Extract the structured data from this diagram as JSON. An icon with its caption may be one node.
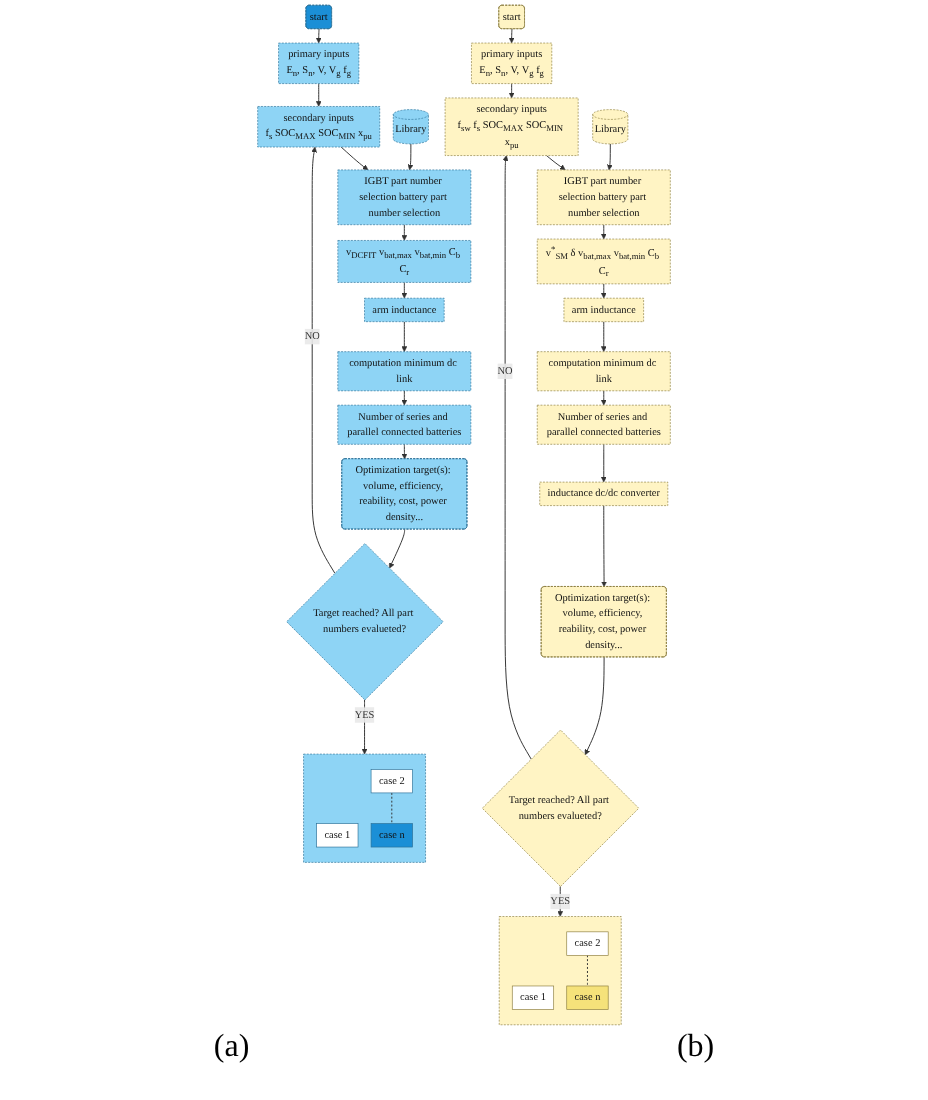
{
  "diagram": {
    "nodes": [
      {
        "text": [
          "start"
        ]
      },
      {
        "text": [
          "primary inputs",
          "E$_{n}$, S$_{n}$, V, V$_{g}$ f$_{g}$"
        ]
      },
      {
        "text": [
          "secondary inputs",
          "f$_{s}$ SOC$_{MAX}$ SOC$_{MIN}$ x$_{pu}$"
        ]
      },
      {
        "text": [
          "Library"
        ]
      },
      {
        "text": [
          "IGBT part number selection battery part number selection"
        ]
      },
      {
        "text": [
          "v$_{DCFIT}$ v$_{bat,max}$ v$_{bat,min}$ C$_{b}$ C$_{r}$"
        ]
      },
      {
        "text": [
          "arm inductance"
        ]
      },
      {
        "text": [
          "computation minimum dc link"
        ]
      },
      {
        "text": [
          "Number of series and parallel connected batteries"
        ]
      },
      {
        "text": [
          "Optimization target(s): volume, efficiency, reability, cost, power density..."
        ]
      },
      {
        "text": [
          "Target reached? All part numbers evalueted?"
        ]
      },
      {
        "text": [],
        "shape": "box"
      },
      {
        "text": [
          "case 1"
        ],
        "in": 11
      },
      {
        "text": [
          "case 2"
        ],
        "in": 11
      },
      {
        "text": [
          "case n"
        ],
        "in": 11
      },
      {
        "text": [
          "start"
        ]
      },
      {
        "text": [
          "primary inputs",
          "E$_{n}$, S$_{n}$, V, V$_{g}$ f$_{g}$"
        ]
      },
      {
        "text": [
          "secondary inputs",
          "f$_{sw}$ f$_{s}$ SOC$_{MAX}$ SOC$_{MIN}$ x$_{pu}$"
        ]
      },
      {
        "text": [
          "Library"
        ]
      },
      {
        "text": [
          "IGBT part number selection battery part number selection"
        ]
      },
      {
        "text": [
          "v$^{*}$$_{SM}$ δ v$_{bat,max}$ v$_{bat,min}$ C$_{b}$ C$_{r}$"
        ]
      },
      {
        "text": [
          "arm inductance"
        ]
      },
      {
        "text": [
          "computation minimum dc link"
        ]
      },
      {
        "text": [
          "Number of series and parallel connected batteries"
        ]
      },
      {
        "text": [
          "inductance dc/dc converter"
        ]
      },
      {
        "text": [
          "Optimization target(s): volume, efficiency, reability, cost, power density..."
        ]
      },
      {
        "text": [
          "Target reached? All part numbers evalueted?"
        ]
      },
      {
        "text": [],
        "shape": "box"
      },
      {
        "text": [
          "case 1"
        ],
        "in": 27
      },
      {
        "text": [
          "case 2"
        ],
        "in": 27
      },
      {
        "text": [
          "case n"
        ],
        "in": 27
      }
    ],
    "edges": [
      {
        "from": 0,
        "to": 1,
        "arrow": "to"
      },
      {
        "from": 1,
        "to": 2,
        "arrow": "to"
      },
      {
        "from": 2,
        "to": 4,
        "arrow": "to"
      },
      {
        "from": 3,
        "to": 4,
        "arrow": "to"
      },
      {
        "from": 4,
        "to": 5,
        "arrow": "to"
      },
      {
        "from": 5,
        "to": 6,
        "arrow": "to"
      },
      {
        "from": 6,
        "to": 7,
        "arrow": "to"
      },
      {
        "from": 7,
        "to": 8,
        "arrow": "to"
      },
      {
        "from": 8,
        "to": 9,
        "arrow": "to"
      },
      {
        "from": 9,
        "to": 10,
        "arrow": "to"
      },
      {
        "from": 10,
        "to": 11,
        "arrow": "to",
        "label": "YES"
      },
      {
        "from": 10,
        "to": 2,
        "arrow": "to",
        "label": "NO"
      },
      {
        "from": 13,
        "to": 14,
        "arrow": "none",
        "style": "dashed"
      },
      {
        "from": 15,
        "to": 16,
        "arrow": "to"
      },
      {
        "from": 16,
        "to": 17,
        "arrow": "to"
      },
      {
        "from": 17,
        "to": 19,
        "arrow": "to"
      },
      {
        "from": 18,
        "to": 19,
        "arrow": "to"
      },
      {
        "from": 19,
        "to": 20,
        "arrow": "to"
      },
      {
        "from": 20,
        "to": 21,
        "arrow": "to"
      },
      {
        "from": 21,
        "to": 22,
        "arrow": "to"
      },
      {
        "from": 22,
        "to": 23,
        "arrow": "to"
      },
      {
        "from": 23,
        "to": 24,
        "arrow": "to"
      },
      {
        "from": 24,
        "to": 25,
        "arrow": "to"
      },
      {
        "from": 25,
        "to": 26,
        "arrow": "to"
      },
      {
        "from": 26,
        "to": 27,
        "arrow": "to",
        "label": "YES"
      },
      {
        "from": 26,
        "to": 17,
        "arrow": "to",
        "label": "NO"
      },
      {
        "from": 29,
        "to": 30,
        "arrow": "none",
        "style": "dashed"
      }
    ],
    "labels": [
      "(a)",
      "(b)"
    ]
  }
}
